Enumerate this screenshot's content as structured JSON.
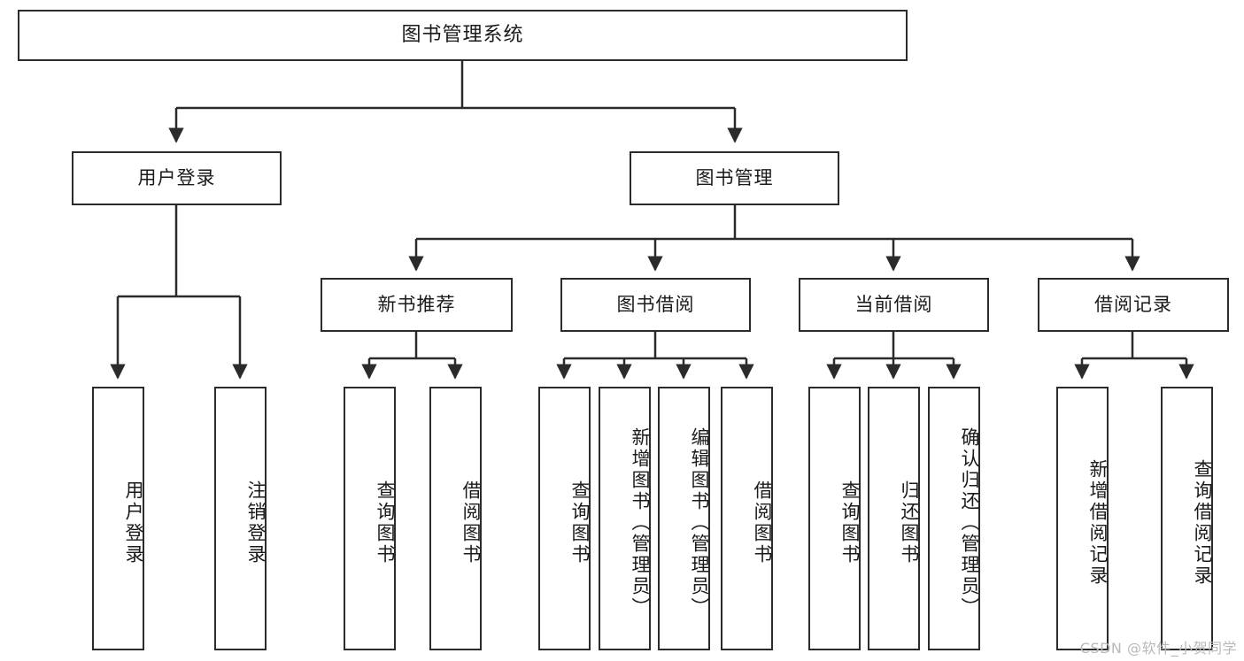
{
  "diagram": {
    "title": "图书管理系统",
    "type": "tree-hierarchy",
    "colors": {
      "box_fill": "#ffffff",
      "box_border": "#2b2b2b",
      "connector": "#2b2b2b",
      "text": "#1a1a1a",
      "watermark": "#b9b9b9",
      "background": "#ffffff"
    },
    "levels": {
      "root": "图书管理系统",
      "level2": [
        "用户登录",
        "图书管理"
      ],
      "level3": [
        "新书推荐",
        "图书借阅",
        "当前借阅",
        "借阅记录"
      ],
      "level4": [
        "用户登录",
        "注销登录",
        "查询图书",
        "借阅图书",
        "查询图书",
        "新增图书（管理员）",
        "编辑图书（管理员）",
        "借阅图书",
        "查询图书",
        "归还图书",
        "确认归还（管理员）",
        "新增借阅记录",
        "查询借阅记录"
      ]
    },
    "nodes": {
      "root": {
        "label": "图书管理系统"
      },
      "user_login": {
        "label": "用户登录"
      },
      "book_manage": {
        "label": "图书管理"
      },
      "new_book_rec": {
        "label": "新书推荐"
      },
      "book_borrow": {
        "label": "图书借阅"
      },
      "current_borrow": {
        "label": "当前借阅"
      },
      "borrow_record": {
        "label": "借阅记录"
      },
      "leaf_user_login": {
        "label": "用户登录"
      },
      "leaf_user_logout": {
        "label": "注销登录"
      },
      "leaf_query_book_a": {
        "label": "查询图书"
      },
      "leaf_borrow_book_a": {
        "label": "借阅图书"
      },
      "leaf_query_book_b": {
        "label": "查询图书"
      },
      "leaf_add_book": {
        "label": "新增图书（管理员）"
      },
      "leaf_edit_book": {
        "label": "编辑图书（管理员）"
      },
      "leaf_borrow_book_b": {
        "label": "借阅图书"
      },
      "leaf_query_book_c": {
        "label": "查询图书"
      },
      "leaf_return_book": {
        "label": "归还图书"
      },
      "leaf_confirm_return": {
        "label": "确认归还（管理员）"
      },
      "leaf_add_record": {
        "label": "新增借阅记录"
      },
      "leaf_query_record": {
        "label": "查询借阅记录"
      }
    },
    "watermark": "CSDN @软件_小贺同学"
  }
}
